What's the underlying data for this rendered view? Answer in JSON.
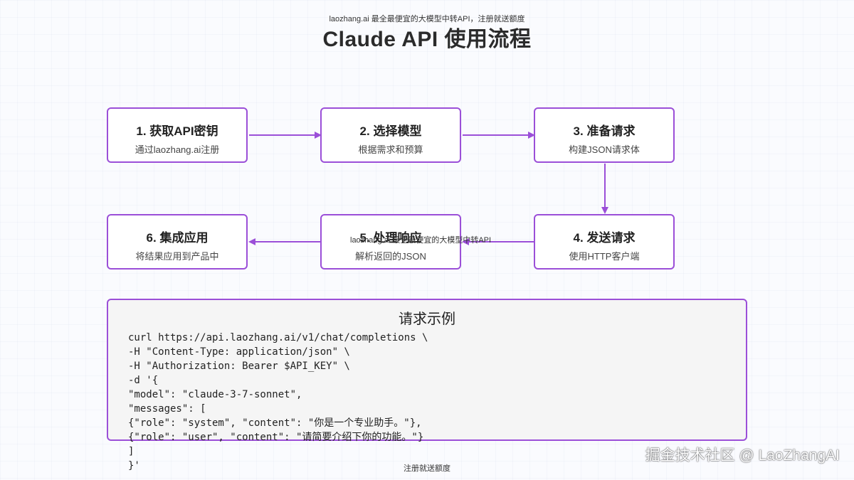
{
  "banner_top": "laozhang.ai 最全最便宜的大模型中转API，注册就送额度",
  "title": "Claude API 使用流程",
  "steps": [
    {
      "title": "1. 获取API密钥",
      "desc": "通过laozhang.ai注册"
    },
    {
      "title": "2. 选择模型",
      "desc": "根据需求和预算"
    },
    {
      "title": "3. 准备请求",
      "desc": "构建JSON请求体"
    },
    {
      "title": "4. 发送请求",
      "desc": "使用HTTP客户端"
    },
    {
      "title": "5. 处理响应",
      "desc": "解析返回的JSON"
    },
    {
      "title": "6. 集成应用",
      "desc": "将结果应用到产品中"
    }
  ],
  "request_example": {
    "title": "请求示例",
    "code": "curl https://api.laozhang.ai/v1/chat/completions \\\n-H \"Content-Type: application/json\" \\\n-H \"Authorization: Bearer $API_KEY\" \\\n-d '{\n\"model\": \"claude-3-7-sonnet\",\n\"messages\": [\n{\"role\": \"system\", \"content\": \"你是一个专业助手。\"},\n{\"role\": \"user\", \"content\": \"请简要介绍下你的功能。\"}\n]\n}'"
  },
  "overlay_mid": "laozhang.ai 最全最便宜的大模型中转API",
  "banner_bottom": "注册就送额度",
  "watermark": "掘金技术社区 @ LaoZhangAI",
  "colors": {
    "accent": "#9b4fd8",
    "box_fill": "#ffffff",
    "code_bg": "#f5f5f5"
  }
}
